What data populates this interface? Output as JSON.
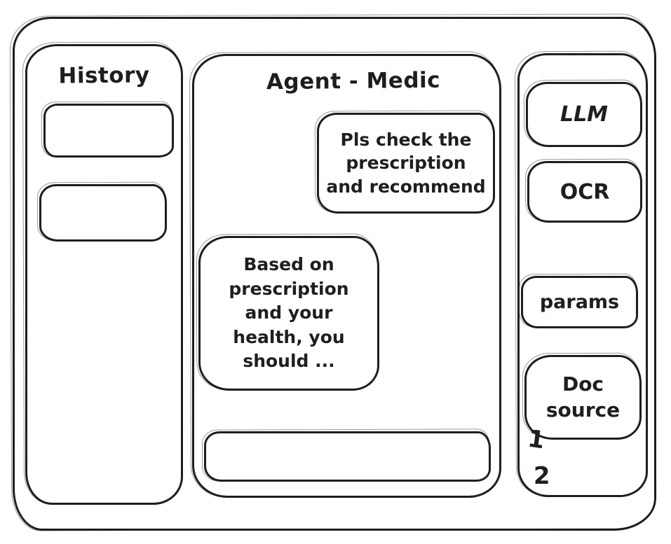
{
  "colors": {
    "stroke": "#1e1e1e",
    "background": "#ffffff"
  },
  "history": {
    "title": "History",
    "items": [
      {
        "label": ""
      },
      {
        "label": ""
      }
    ]
  },
  "chat": {
    "title": "Agent - Medic",
    "messages": [
      {
        "text": "Pls check the\nprescription\nand recommend"
      },
      {
        "text": "Based on\nprescription\nand your\nhealth, you\nshould ..."
      }
    ],
    "input": {
      "value": "",
      "placeholder": ""
    }
  },
  "tools": {
    "items": [
      {
        "label": "LLM"
      },
      {
        "label": "OCR"
      },
      {
        "label": "params"
      },
      {
        "label": "Doc\nsource"
      }
    ],
    "annotations": [
      "1",
      "2"
    ]
  }
}
